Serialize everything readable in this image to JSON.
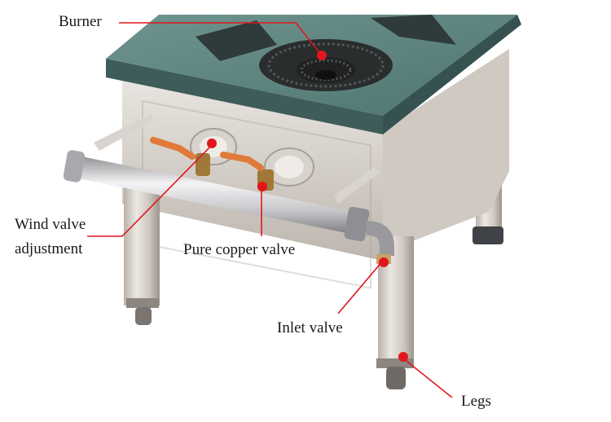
{
  "diagram": {
    "subject": "Stainless steel single gas stove",
    "accent_color": "#e0161c",
    "labels": [
      {
        "id": "burner",
        "text": "Burner"
      },
      {
        "id": "wind_valve",
        "lines": [
          "Wind valve",
          "adjustment"
        ]
      },
      {
        "id": "copper_valve",
        "text": "Pure copper valve"
      },
      {
        "id": "inlet_valve",
        "text": "Inlet valve"
      },
      {
        "id": "legs",
        "text": "Legs"
      }
    ]
  }
}
